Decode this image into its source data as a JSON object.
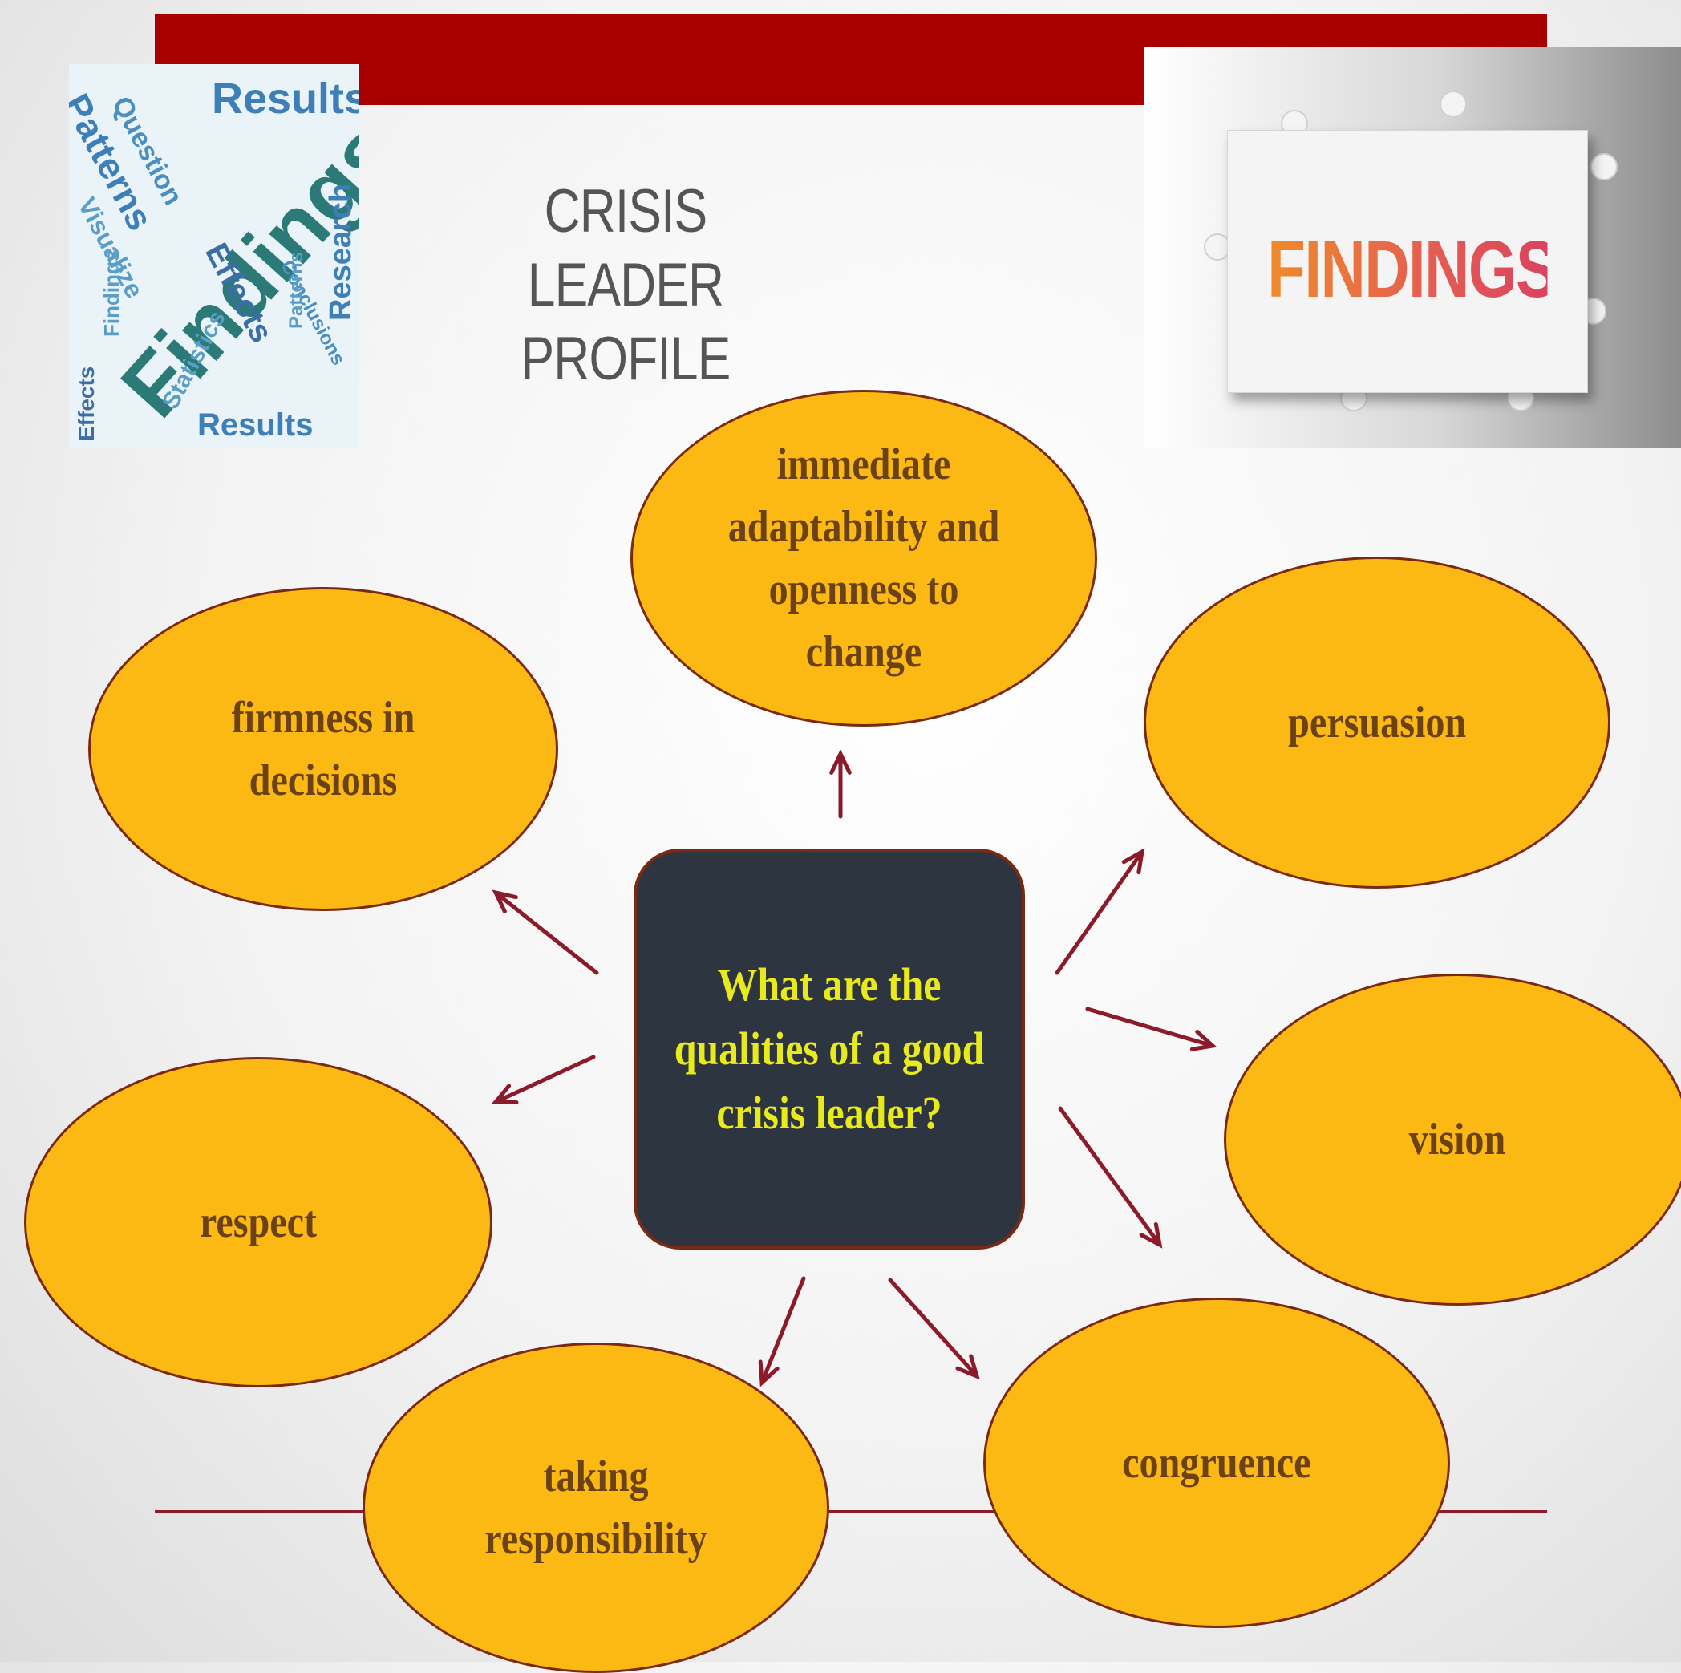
{
  "title": "CRISIS LEADER PROFILE",
  "images": {
    "wordcloud": {
      "words": [
        "Results",
        "Patterns",
        "Question",
        "Visualize",
        "Findings",
        "Effects",
        "Research",
        "Statistics",
        "Conclusions",
        "Patterns",
        "Results",
        "Effects",
        "Findings"
      ]
    },
    "puzzle": {
      "word": "FINDINGS"
    }
  },
  "diagram": {
    "center": "What are the qualities of a good crisis leader?",
    "qualities": [
      "immediate adaptability and openness to change",
      "firmness in decisions",
      "persuasion",
      "vision",
      "respect",
      "taking responsibility",
      "congruence"
    ]
  },
  "colors": {
    "header_bar": "#a80000",
    "oval_fill": "#fdb913",
    "oval_border": "#7a2a12",
    "center_fill": "#2d3540",
    "center_text": "#e9ea1c",
    "arrow": "#8b1a2a"
  }
}
